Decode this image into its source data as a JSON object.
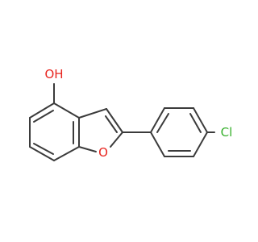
{
  "atoms": {
    "hydroxyl_oxygen": {
      "symbol": "OH",
      "color": "#e8251f"
    },
    "furan_oxygen": {
      "symbol": "O",
      "color": "#e8251f"
    },
    "chlorine": {
      "symbol": "Cl",
      "color": "#36b02c"
    }
  },
  "bond_color": "#3b3b3b",
  "background": "#ffffff"
}
